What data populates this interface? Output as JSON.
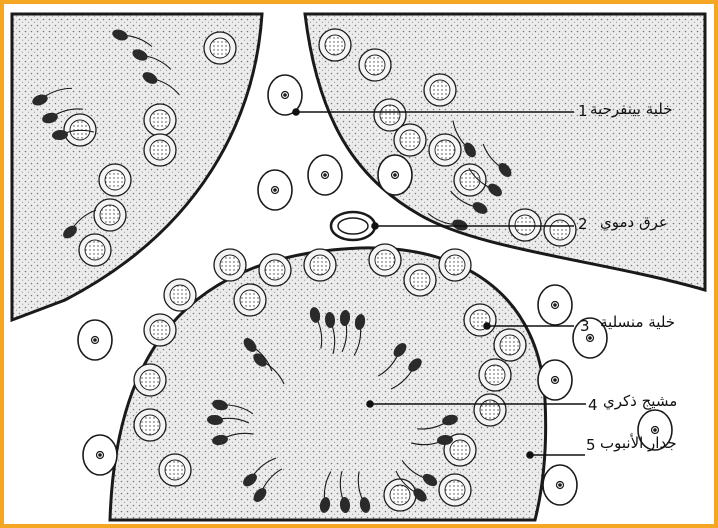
{
  "labels": [
    {
      "id": "interstitial-cell",
      "number": "1",
      "text": "خلية بينفرجية"
    },
    {
      "id": "blood-vessel",
      "number": "2",
      "text": "عرق دموي"
    },
    {
      "id": "germ-cell",
      "number": "3",
      "text": "خلية منسلية"
    },
    {
      "id": "spermatozoon",
      "number": "4",
      "text": "مشيج ذكري"
    },
    {
      "id": "tubule-wall",
      "number": "5",
      "text": "جدار الأنبوب"
    }
  ],
  "colors": {
    "frame": "#f5a623",
    "stroke": "#1a1a1a",
    "stipple": "#d8d8d8",
    "head": "#2a2a2a"
  }
}
